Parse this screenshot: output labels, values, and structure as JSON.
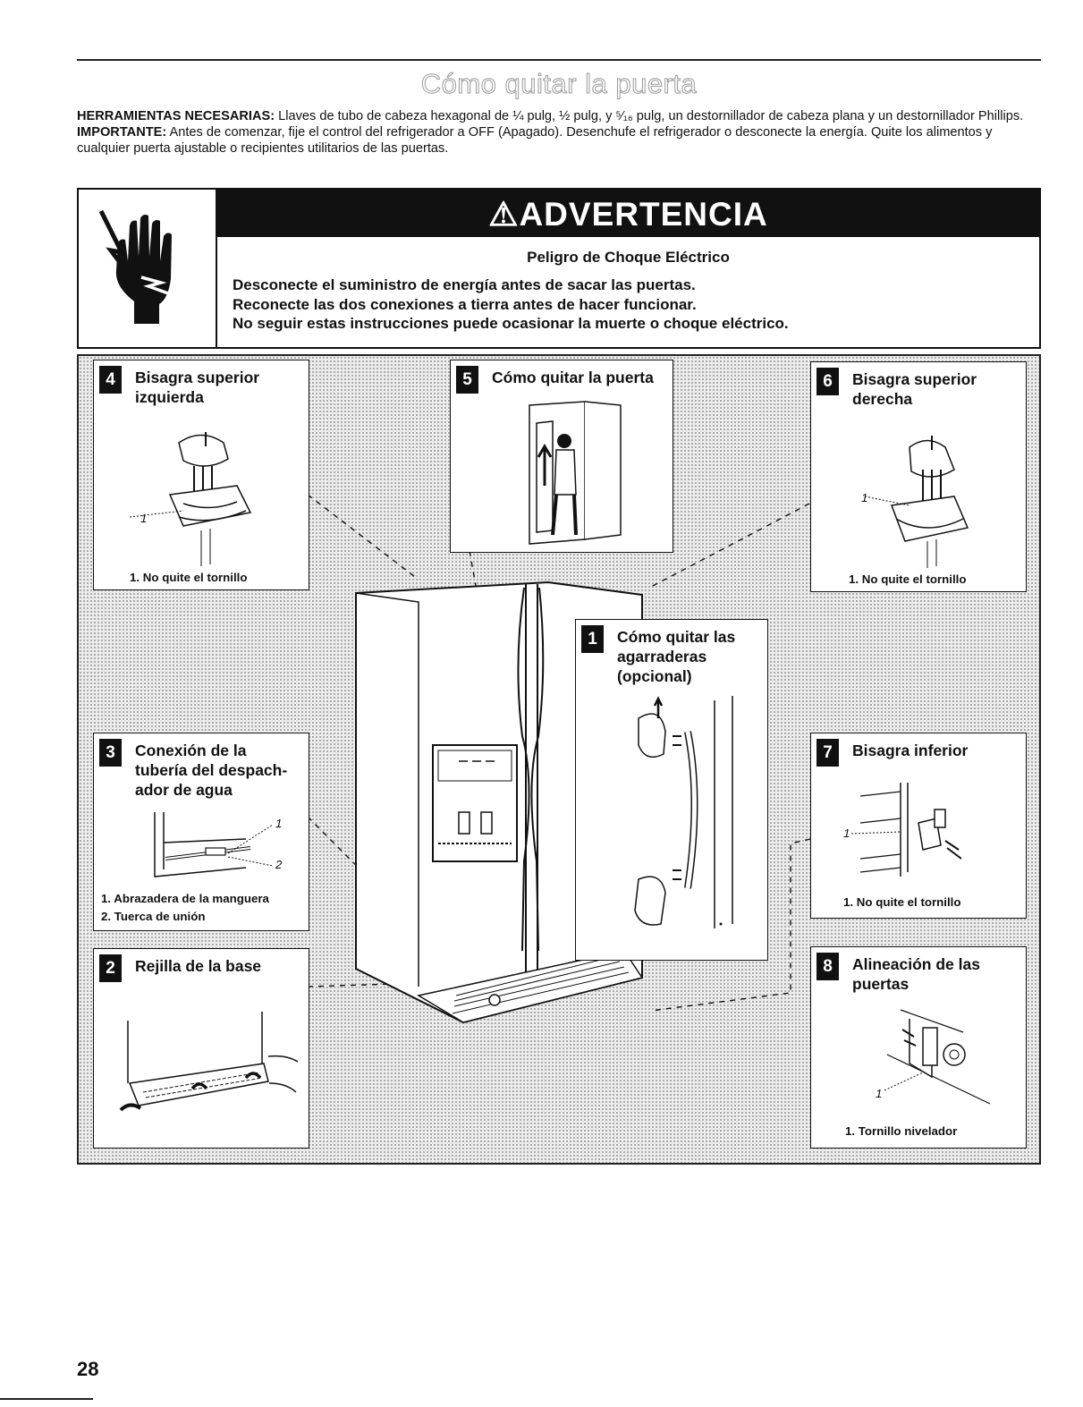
{
  "page": {
    "title": "Cómo quitar la puerta",
    "page_number": "28"
  },
  "intro": {
    "tools_label": "HERRAMIENTAS NECESARIAS:",
    "tools_text": " Llaves de tubo de cabeza hexagonal de ¼ pulg, ½ pulg, y ⁵⁄₁₆ pulg, un destornillador de cabeza plana y un destornillador Phillips.",
    "important_label": "IMPORTANTE:",
    "important_text": " Antes de comenzar, fije el control del refrigerador a OFF (Apagado). Desenchufe el refrigerador o desconecte la energía. Quite los alimentos y cualquier puerta ajustable o recipientes utilitarios de las puertas."
  },
  "warning": {
    "heading": "⚠ADVERTENCIA",
    "subheading": "Peligro de Choque Eléctrico",
    "lines": [
      "Desconecte el suministro de energía antes de sacar las puertas.",
      "Reconecte las dos conexiones a tierra antes de hacer funcionar.",
      "No seguir estas instrucciones puede ocasionar la muerte o choque eléctrico."
    ],
    "icon": "electric-shock-hand-icon"
  },
  "steps": {
    "s1": {
      "num": "1",
      "title": "Cómo quitar las\nagarraderas\n(opcional)"
    },
    "s2": {
      "num": "2",
      "title": "Rejilla de la base"
    },
    "s3": {
      "num": "3",
      "title": "Conexión de la\ntubería del despach-\nador de agua",
      "captions": [
        "1. Abrazadera de la manguera",
        "2. Tuerca de unión"
      ],
      "callouts": [
        "1",
        "2"
      ]
    },
    "s4": {
      "num": "4",
      "title": "Bisagra superior\nizquierda",
      "captions": [
        "1. No quite el tornillo"
      ],
      "callouts": [
        "1"
      ]
    },
    "s5": {
      "num": "5",
      "title": "Cómo quitar la puerta"
    },
    "s6": {
      "num": "6",
      "title": "Bisagra superior\nderecha",
      "captions": [
        "1. No quite el tornillo"
      ],
      "callouts": [
        "1"
      ]
    },
    "s7": {
      "num": "7",
      "title": "Bisagra inferior",
      "captions": [
        "1. No quite el tornillo"
      ],
      "callouts": [
        "1"
      ]
    },
    "s8": {
      "num": "8",
      "title": "Alineación de las\npuertas",
      "captions": [
        "1. Tornillo nivelador"
      ],
      "callouts": [
        "1"
      ]
    }
  }
}
